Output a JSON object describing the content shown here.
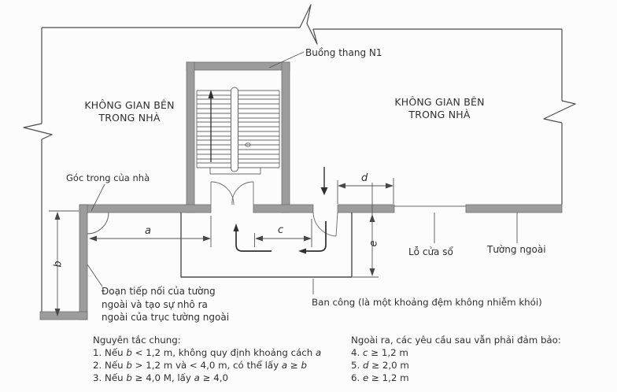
{
  "labels": {
    "stair": "Buồng thang N1",
    "space_left_1": "KHÔNG GIAN BÊN",
    "space_left_2": "TRONG NHÀ",
    "space_right_1": "KHÔNG GIAN BÊN",
    "space_right_2": "TRONG NHÀ",
    "corner": "Góc trong của nhà",
    "wall_ext_1": "Đoạn tiếp nối của tường",
    "wall_ext_2": "ngoài và tạo sự nhô ra",
    "wall_ext_3": "ngoài của trục tường ngoài",
    "window": "Lỗ cửa sổ",
    "outer_wall": "Tường ngoài",
    "balcony": "Ban công (là một khoảng đệm không nhiễm khói)"
  },
  "dimensions": {
    "a": "a",
    "b": "b",
    "c": "c",
    "d": "d",
    "e": "e"
  },
  "notes_left": {
    "title": "Nguyên tắc chung:",
    "items": [
      [
        {
          "t": "1. Nếu "
        },
        {
          "t": "b",
          "i": 1
        },
        {
          "t": " < 1,2 m, không quy định khoảng cách "
        },
        {
          "t": "a",
          "i": 1
        }
      ],
      [
        {
          "t": "2. Nếu "
        },
        {
          "t": "b",
          "i": 1
        },
        {
          "t": " > 1,2 m và < 4,0 m, có thể lấy "
        },
        {
          "t": "a",
          "i": 1
        },
        {
          "t": " ≥ "
        },
        {
          "t": "b",
          "i": 1
        }
      ],
      [
        {
          "t": "3. Nếu "
        },
        {
          "t": "b",
          "i": 1
        },
        {
          "t": " ≥ 4,0 M, lấy "
        },
        {
          "t": "a",
          "i": 1
        },
        {
          "t": " ≥ 4,0"
        }
      ]
    ]
  },
  "notes_right": {
    "title": "Ngoài ra, các yêu cầu sau vẫn phải đảm bảo:",
    "items": [
      [
        {
          "t": "4. "
        },
        {
          "t": "c",
          "i": 1
        },
        {
          "t": " ≥ 1,2 m"
        }
      ],
      [
        {
          "t": "5. "
        },
        {
          "t": "d",
          "i": 1
        },
        {
          "t": " ≥  2,0 m"
        }
      ],
      [
        {
          "t": "6. "
        },
        {
          "t": "e",
          "i": 1
        },
        {
          "t": " ≥  1,2 m"
        }
      ]
    ]
  },
  "colors": {
    "wall": "#9c9c9c",
    "line": "#4d4d4d",
    "text": "#2f2f2f",
    "background": "#fcfcfc"
  }
}
